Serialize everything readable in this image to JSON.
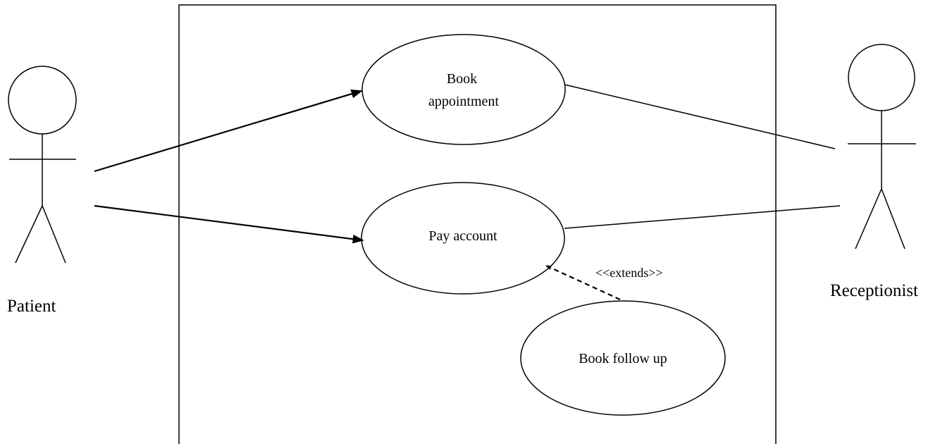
{
  "colors": {
    "line": "#000000",
    "background": "#ffffff"
  },
  "actors": {
    "patient": {
      "label": "Patient",
      "icon": "stick-figure-icon"
    },
    "receptionist": {
      "label": "Receptionist",
      "icon": "stick-figure-icon"
    }
  },
  "use_cases": {
    "book_appointment": {
      "line1": "Book",
      "line2": "appointment"
    },
    "pay_account": {
      "label": "Pay account"
    },
    "book_follow_up": {
      "label": "Book follow up"
    }
  },
  "relationships": {
    "extends_label": "<<extends>>"
  }
}
